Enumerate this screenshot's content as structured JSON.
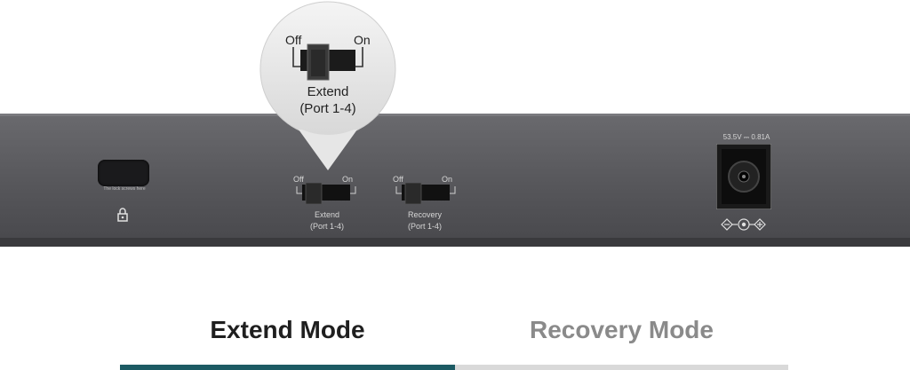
{
  "device": {
    "kensington_caption": "The lock screws here",
    "power_rating": "53.5V ⎓ 0.81A",
    "switches": [
      {
        "off": "Off",
        "on": "On",
        "name": "Extend",
        "ports": "(Port 1-4)"
      },
      {
        "off": "Off",
        "on": "On",
        "name": "Recovery",
        "ports": "(Port 1-4)"
      }
    ]
  },
  "zoom": {
    "off": "Off",
    "on": "On",
    "name": "Extend",
    "ports": "(Port 1-4)"
  },
  "tabs": [
    {
      "label": "Extend Mode",
      "selected": true
    },
    {
      "label": "Recovery Mode",
      "selected": false
    }
  ],
  "colors": {
    "panel": "#5a5a5e",
    "panel_edge": "#3f3f43",
    "active_tab": "#1f1f1f",
    "inactive_tab": "#8a8a8a",
    "active_bar": "#1c5a63",
    "inactive_bar": "#d9d9d9"
  },
  "icons": [
    "lock-icon",
    "polarity-icon",
    "power-jack-icon",
    "kensington-slot-icon"
  ]
}
